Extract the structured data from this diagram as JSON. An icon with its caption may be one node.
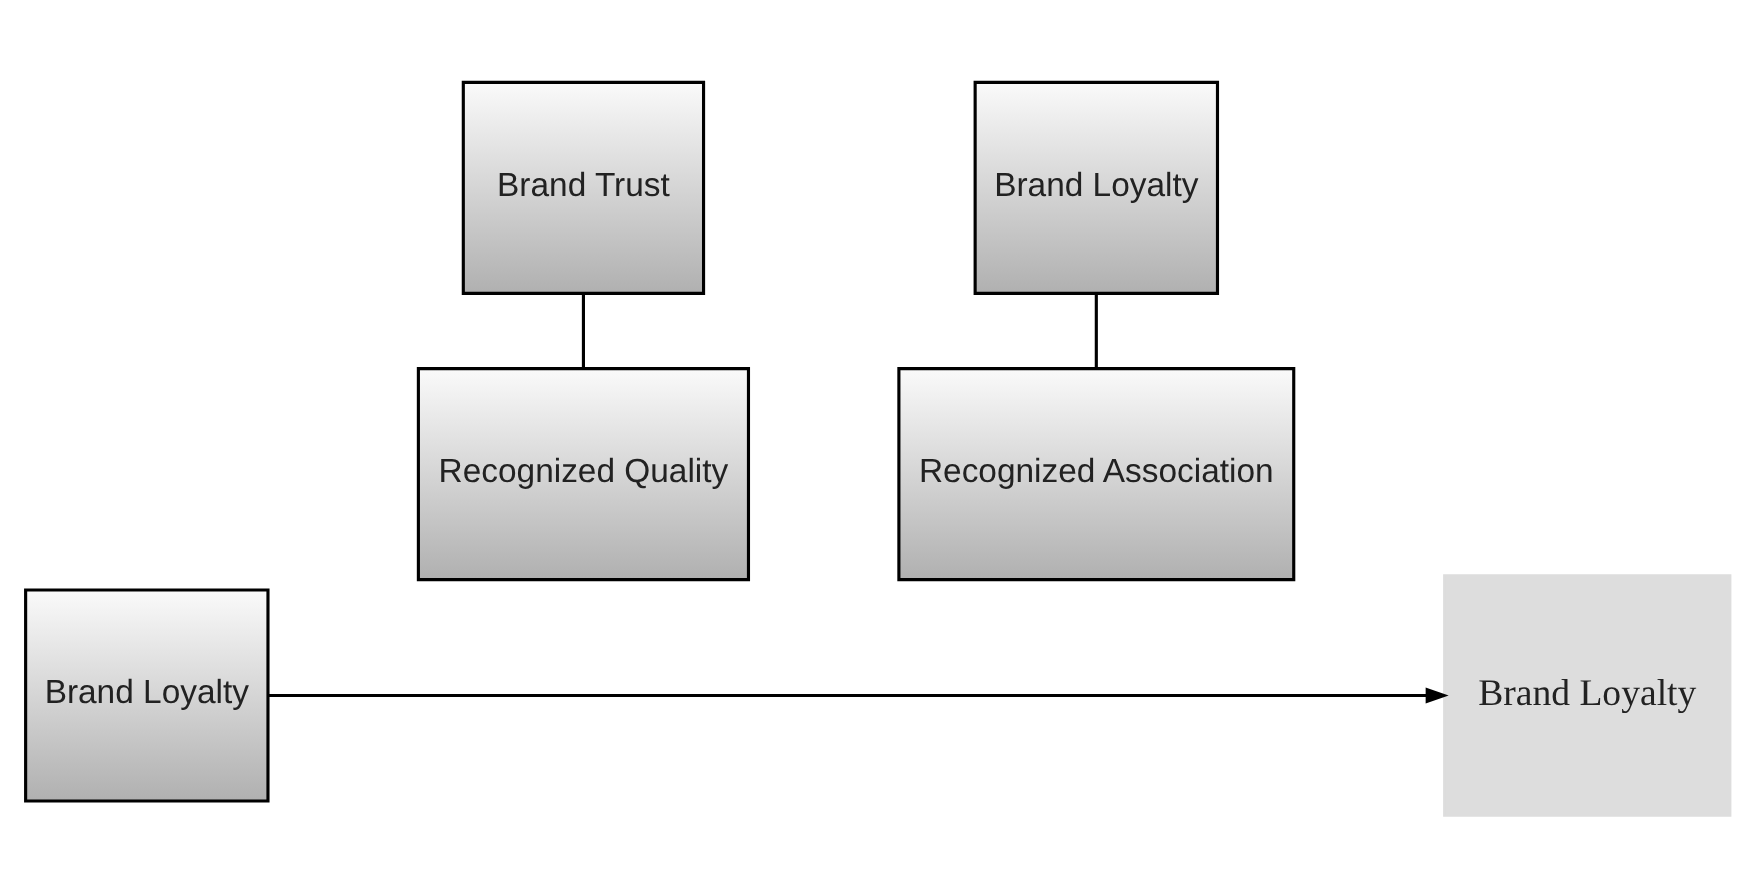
{
  "diagram": {
    "nodes": [
      {
        "text": [
          "Brand Loyalty"
        ]
      },
      {
        "text": [
          "Brand Trust"
        ]
      },
      {
        "text": [
          "Recognized Quality"
        ]
      },
      {
        "text": [
          "Brand Loyalty"
        ]
      },
      {
        "text": [
          "Recognized Association"
        ]
      },
      {
        "text": [
          "Brand Loyalty"
        ]
      }
    ],
    "edges": [
      {
        "from": 0,
        "to": 5,
        "arrow": "to"
      },
      {
        "from": 1,
        "to": 2,
        "arrow": "none"
      },
      {
        "from": 3,
        "to": 4,
        "arrow": "none"
      }
    ]
  }
}
